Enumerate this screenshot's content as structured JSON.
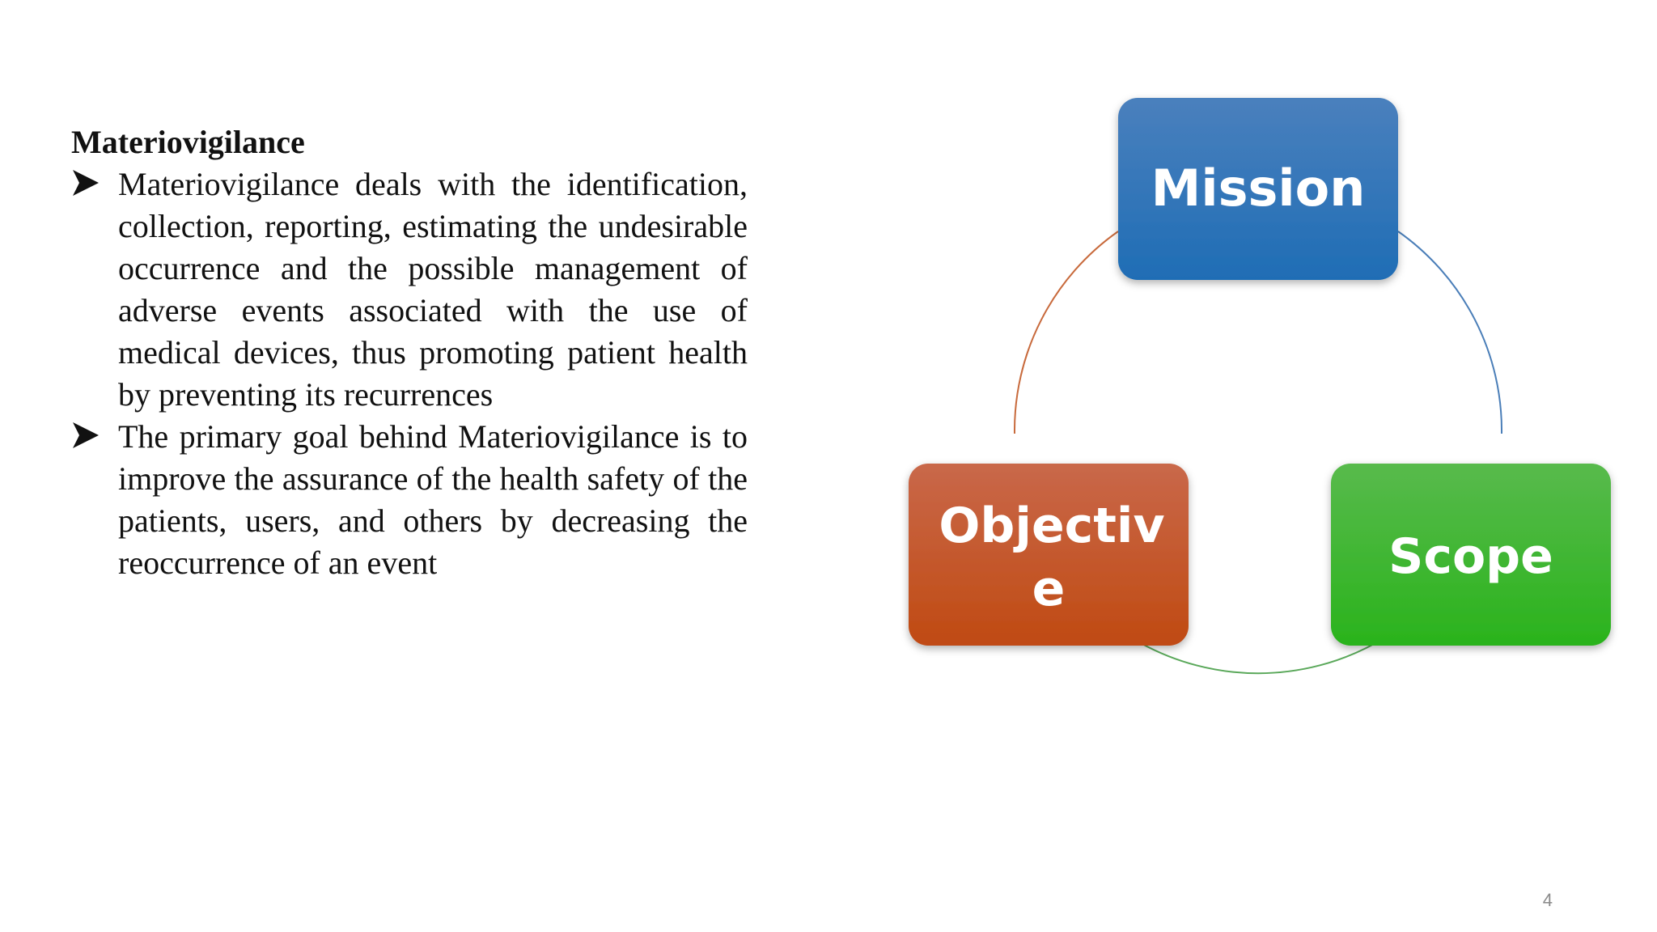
{
  "slide": {
    "heading": "Materiovigilance",
    "bullets": [
      "Materiovigilance deals with the identification, collection, reporting, estimating the undesirable occurrence and the possible management of adverse events associated with the use of medical devices, thus promoting patient health by preventing its recurrences",
      "The primary goal behind Materiovigilance is to improve the assurance of the health safety of the patients, users, and others by decreasing the reoccurrence of an event"
    ],
    "bullet_icon": "arrowhead-bullet-icon",
    "page_number": "4"
  },
  "diagram": {
    "type": "cycle",
    "nodes": [
      {
        "label": "Mission",
        "color": "#2a74b8"
      },
      {
        "label": "Scope",
        "color": "#3aac2c"
      },
      {
        "label_line1": "Objectiv",
        "label_line2": "e",
        "color": "#c0521f"
      }
    ],
    "arc_colors": [
      "#4a7eb8",
      "#5aa85a",
      "#c86a3c"
    ]
  }
}
